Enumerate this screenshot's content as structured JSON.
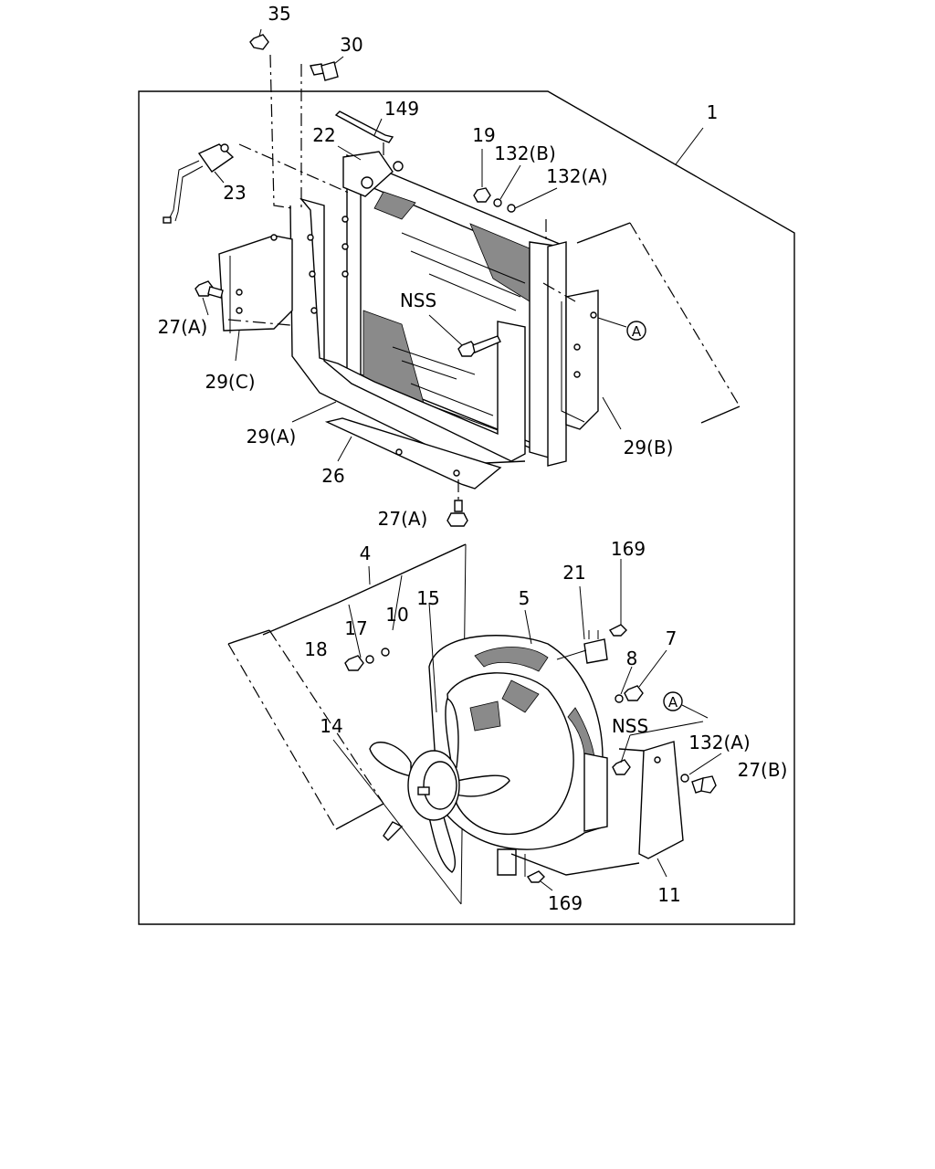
{
  "labels": {
    "l35": "35",
    "l30": "30",
    "l149": "149",
    "l22": "22",
    "l19": "19",
    "l132b": "132(B)",
    "l132a_top": "132(A)",
    "l1": "1",
    "l23": "23",
    "l27a_left": "27(A)",
    "lnss_top": "NSS",
    "l29c": "29(C)",
    "l29a": "29(A)",
    "l29b": "29(B)",
    "l26": "26",
    "l27a_bottom": "27(A)",
    "l4": "4",
    "l169_top": "169",
    "l21": "21",
    "l15": "15",
    "l5": "5",
    "l17": "17",
    "l10": "10",
    "l18": "18",
    "l7": "7",
    "l8": "8",
    "lnss_bottom": "NSS",
    "l14": "14",
    "l132a_bottom": "132(A)",
    "l27b": "27(B)",
    "l169_bottom": "169",
    "l11": "11"
  },
  "callouts": {
    "a_upper": "A",
    "a_lower": "A"
  }
}
